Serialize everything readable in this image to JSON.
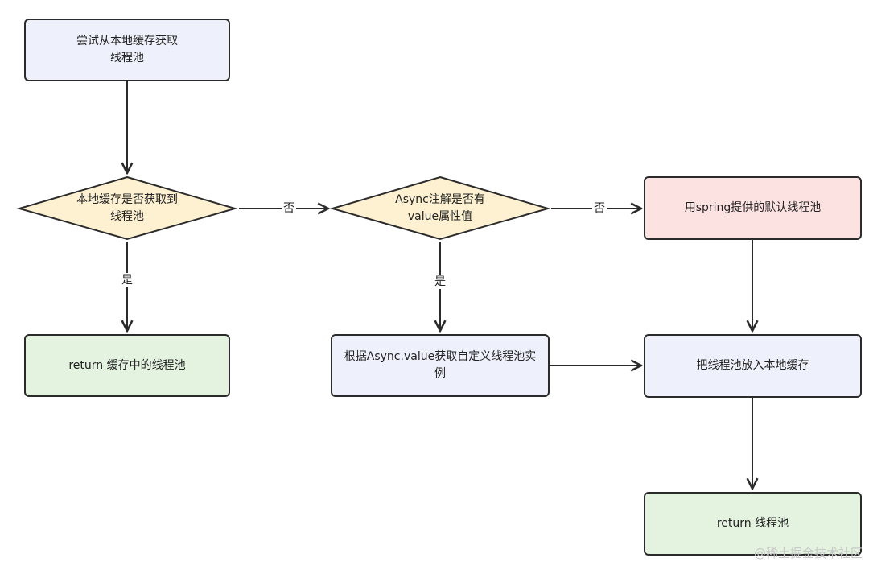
{
  "nodes": {
    "try_cache": "尝试从本地缓存获取\n线程池",
    "cache_check": "本地缓存是否获取到\n线程池",
    "return_cached": "return 缓存中的线程池",
    "async_check": "Async注解是否有\nvalue属性值",
    "get_custom": "根据Async.value获取自定义线程池实例",
    "default_pool": "用spring提供的默认线程池",
    "put_cache": "把线程池放入本地缓存",
    "return_pool": "return 线程池"
  },
  "edge_labels": {
    "no_1": "否",
    "no_2": "否",
    "yes_1": "是",
    "yes_2": "是"
  },
  "colors": {
    "blue_fill": "#eef1fb",
    "green_fill": "#e4f3e0",
    "red_fill": "#fde2e2",
    "diamond_fill": "#fdf1d2",
    "stroke": "#2b2b2b"
  },
  "watermark": "@稀土掘金技术社区"
}
